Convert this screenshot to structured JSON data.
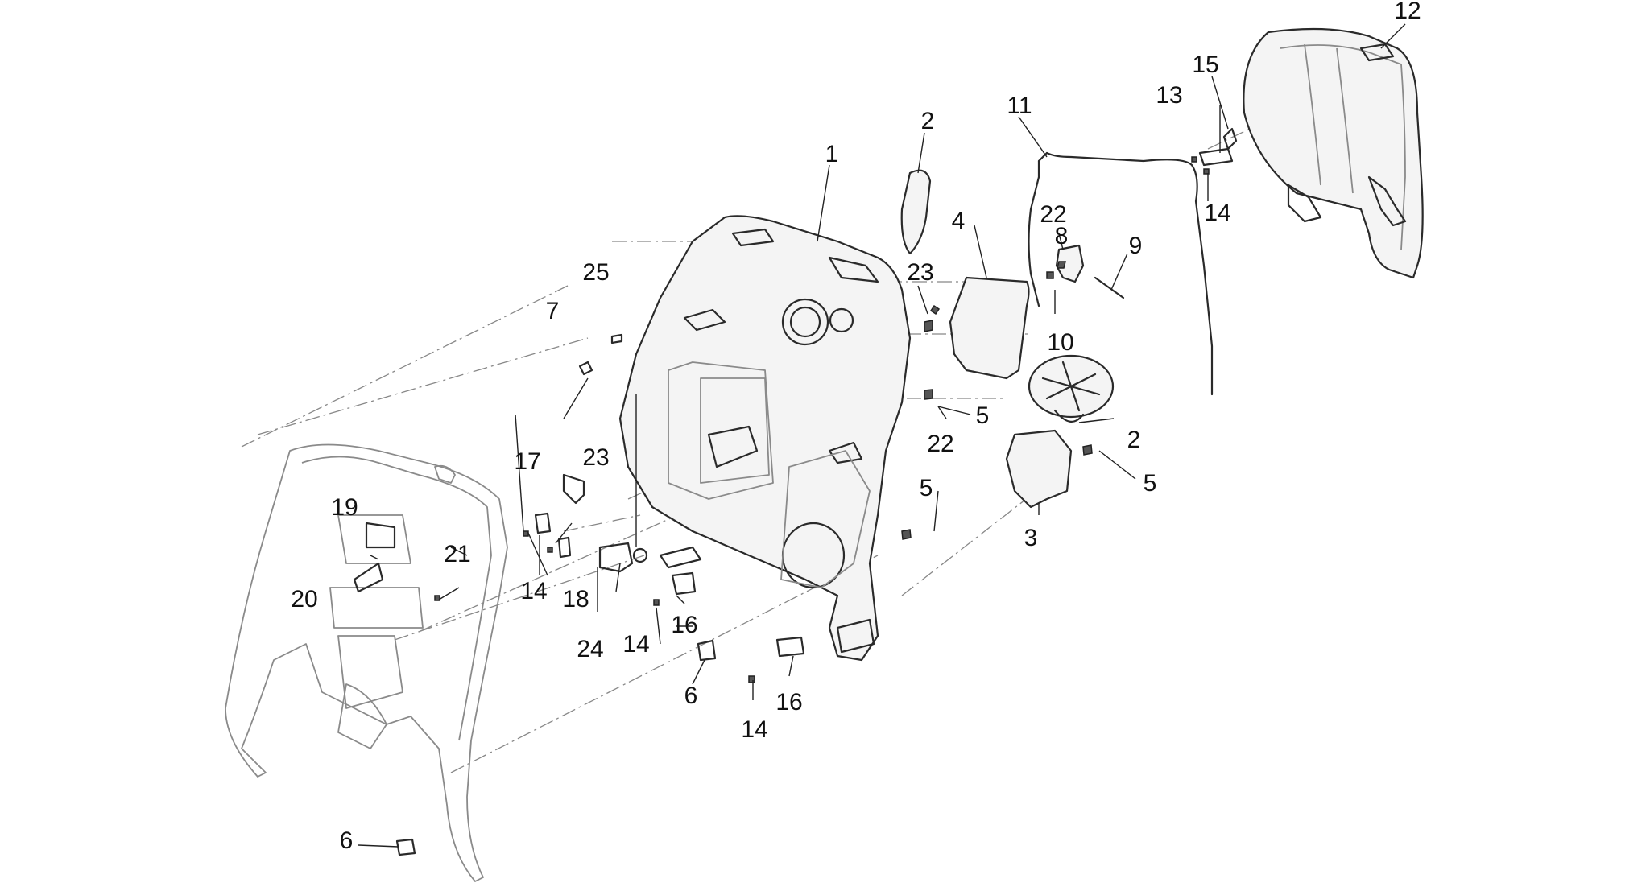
{
  "diagram": {
    "callouts": [
      {
        "id": "c1",
        "text": "1"
      },
      {
        "id": "c2a",
        "text": "2"
      },
      {
        "id": "c2b",
        "text": "2"
      },
      {
        "id": "c3",
        "text": "3"
      },
      {
        "id": "c4",
        "text": "4"
      },
      {
        "id": "c5a",
        "text": "5"
      },
      {
        "id": "c5b",
        "text": "5"
      },
      {
        "id": "c5c",
        "text": "5"
      },
      {
        "id": "c6a",
        "text": "6"
      },
      {
        "id": "c6b",
        "text": "6"
      },
      {
        "id": "c7",
        "text": "7"
      },
      {
        "id": "c8",
        "text": "8"
      },
      {
        "id": "c9",
        "text": "9"
      },
      {
        "id": "c10",
        "text": "10"
      },
      {
        "id": "c11",
        "text": "11"
      },
      {
        "id": "c12",
        "text": "12"
      },
      {
        "id": "c13",
        "text": "13"
      },
      {
        "id": "c14a",
        "text": "14"
      },
      {
        "id": "c14b",
        "text": "14"
      },
      {
        "id": "c14c",
        "text": "14"
      },
      {
        "id": "c14d",
        "text": "14"
      },
      {
        "id": "c15",
        "text": "15"
      },
      {
        "id": "c16a",
        "text": "16"
      },
      {
        "id": "c16b",
        "text": "16"
      },
      {
        "id": "c17",
        "text": "17"
      },
      {
        "id": "c18",
        "text": "18"
      },
      {
        "id": "c19",
        "text": "19"
      },
      {
        "id": "c20",
        "text": "20"
      },
      {
        "id": "c21",
        "text": "21"
      },
      {
        "id": "c22a",
        "text": "22"
      },
      {
        "id": "c22b",
        "text": "22"
      },
      {
        "id": "c23a",
        "text": "23"
      },
      {
        "id": "c23b",
        "text": "23"
      },
      {
        "id": "c24",
        "text": "24"
      },
      {
        "id": "c25",
        "text": "25"
      }
    ]
  },
  "colors": {
    "line": "#2a2a2a",
    "light_line": "#8a8a8a",
    "label": "#111111",
    "background": "#ffffff"
  }
}
